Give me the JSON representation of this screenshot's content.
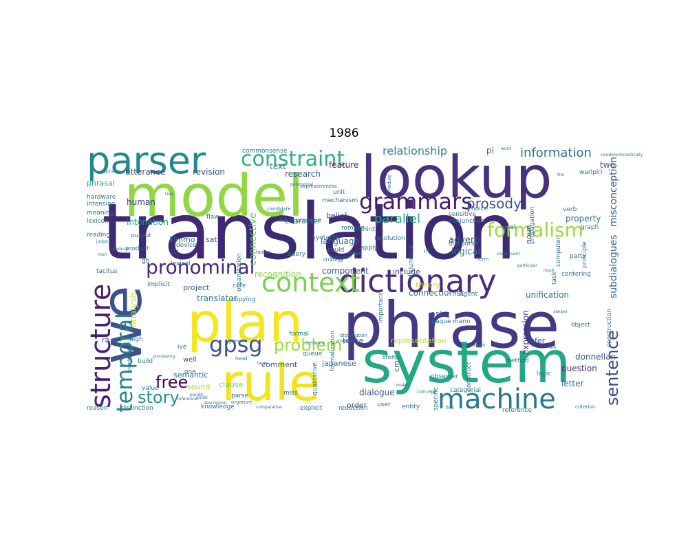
{
  "chart_data": {
    "type": "wordcloud",
    "title": "1986",
    "palette": "viridis",
    "background": "#ffffff",
    "words": [
      {
        "text": "translation",
        "weight": 100,
        "color": "#3e2a72"
      },
      {
        "text": "phrase",
        "weight": 76,
        "color": "#443983"
      },
      {
        "text": "system",
        "weight": 72,
        "color": "#22a884"
      },
      {
        "text": "lookup",
        "weight": 70,
        "color": "#46327e"
      },
      {
        "text": "model",
        "weight": 68,
        "color": "#90d743"
      },
      {
        "text": "plan",
        "weight": 66,
        "color": "#f4e61e"
      },
      {
        "text": "we",
        "weight": 64,
        "color": "#3b528b"
      },
      {
        "text": "rule",
        "weight": 60,
        "color": "#f0e51c"
      },
      {
        "text": "parser",
        "weight": 44,
        "color": "#1f8a8c"
      },
      {
        "text": "dictionary",
        "weight": 38,
        "color": "#472d7b"
      },
      {
        "text": "machine",
        "weight": 34,
        "color": "#2a788e"
      },
      {
        "text": "structure",
        "weight": 34,
        "color": "#481f70"
      },
      {
        "text": "context",
        "weight": 32,
        "color": "#7ad151"
      },
      {
        "text": "grammars",
        "weight": 30,
        "color": "#48186a"
      },
      {
        "text": "temporal",
        "weight": 30,
        "color": "#25838e"
      },
      {
        "text": "constraint",
        "weight": 28,
        "color": "#2ab07f"
      },
      {
        "text": "gpsg",
        "weight": 26,
        "color": "#3b528b"
      },
      {
        "text": "pronominal",
        "weight": 24,
        "color": "#482677"
      },
      {
        "text": "formalism",
        "weight": 24,
        "color": "#9dd93b"
      },
      {
        "text": "sentence",
        "weight": 22,
        "color": "#3e4a89"
      },
      {
        "text": "story",
        "weight": 20,
        "color": "#20928c"
      },
      {
        "text": "problem",
        "weight": 20,
        "color": "#a0da39"
      },
      {
        "text": "free",
        "weight": 20,
        "color": "#440154"
      },
      {
        "text": "prosody",
        "weight": 18,
        "color": "#3b528b"
      },
      {
        "text": "information",
        "weight": 17,
        "color": "#2c728e"
      },
      {
        "text": "parallel",
        "weight": 17,
        "color": "#23a983"
      },
      {
        "text": "relationship",
        "weight": 15,
        "color": "#25848e"
      },
      {
        "text": "connective",
        "weight": 14,
        "color": "#5cc863"
      },
      {
        "text": "subdialogues",
        "weight": 14,
        "color": "#31688e"
      },
      {
        "text": "misconception",
        "weight": 14,
        "color": "#3b528b"
      },
      {
        "text": "analysis",
        "weight": 13,
        "color": "#d5e21a"
      },
      {
        "text": "expression",
        "weight": 12,
        "color": "#453781"
      },
      {
        "text": "unification",
        "weight": 12,
        "color": "#2c728e"
      },
      {
        "text": "connectionist",
        "weight": 12,
        "color": "#32648e"
      },
      {
        "text": "logical",
        "weight": 12,
        "color": "#2c728e"
      },
      {
        "text": "adverb",
        "weight": 12,
        "color": "#38598c"
      },
      {
        "text": "intonation",
        "weight": 12,
        "color": "#1f9a8a"
      },
      {
        "text": "human",
        "weight": 12,
        "color": "#433e85"
      },
      {
        "text": "translator",
        "weight": 12,
        "color": "#2a788e"
      },
      {
        "text": "recognition",
        "weight": 12,
        "color": "#86d549"
      },
      {
        "text": "component",
        "weight": 12,
        "color": "#3b528b"
      },
      {
        "text": "property",
        "weight": 12,
        "color": "#2e6e8e"
      },
      {
        "text": "language",
        "weight": 12,
        "color": "#31688e"
      },
      {
        "text": "research",
        "weight": 12,
        "color": "#3b528b"
      },
      {
        "text": "feature",
        "weight": 12,
        "color": "#482576"
      },
      {
        "text": "two",
        "weight": 12,
        "color": "#39568c"
      },
      {
        "text": "pi",
        "weight": 12,
        "color": "#3b528b"
      },
      {
        "text": "utterance",
        "weight": 12,
        "color": "#404688"
      },
      {
        "text": "revision",
        "weight": 12,
        "color": "#3e4989"
      },
      {
        "text": "text",
        "weight": 12,
        "color": "#2d708e"
      },
      {
        "text": "dialogue",
        "weight": 12,
        "color": "#3b528b"
      },
      {
        "text": "question",
        "weight": 12,
        "color": "#482878"
      },
      {
        "text": "donnellan",
        "weight": 12,
        "color": "#3b528b"
      },
      {
        "text": "letter",
        "weight": 12,
        "color": "#2e6e8e"
      },
      {
        "text": "semantic",
        "weight": 11,
        "color": "#31688e"
      },
      {
        "text": "project",
        "weight": 11,
        "color": "#31688e"
      },
      {
        "text": "include",
        "weight": 11,
        "color": "#3f4788"
      },
      {
        "text": "theory",
        "weight": 11,
        "color": "#d8e219"
      },
      {
        "text": "representation",
        "weight": 11,
        "color": "#c2df23"
      },
      {
        "text": "japanese",
        "weight": 11,
        "color": "#31688e"
      },
      {
        "text": "comment",
        "weight": 11,
        "color": "#3b528b"
      },
      {
        "text": "clause",
        "weight": 11,
        "color": "#6ccd5a"
      },
      {
        "text": "sound",
        "weight": 11,
        "color": "#a0da39"
      },
      {
        "text": "order",
        "weight": 11,
        "color": "#3b528b"
      },
      {
        "text": "tense",
        "weight": 11,
        "color": "#3b528b"
      },
      {
        "text": "character",
        "weight": 11,
        "color": "#2d708e"
      },
      {
        "text": "phrasal",
        "weight": 11,
        "color": "#28ae80"
      },
      {
        "text": "belief",
        "weight": 11,
        "color": "#3b528b"
      },
      {
        "text": "kimmo",
        "weight": 11,
        "color": "#2c728e"
      },
      {
        "text": "sat",
        "weight": 11,
        "color": "#3b528b"
      },
      {
        "text": "tu",
        "weight": 11,
        "color": "#3b528b"
      },
      {
        "text": "ask",
        "weight": 11,
        "color": "#3b528b"
      },
      {
        "text": "noun",
        "weight": 11,
        "color": "#3b528b"
      },
      {
        "text": "refer",
        "weight": 11,
        "color": "#3b528b"
      },
      {
        "text": "ra",
        "weight": 11,
        "color": "#3b528b"
      },
      {
        "text": "cm",
        "weight": 11,
        "color": "#3b528b"
      },
      {
        "text": "well",
        "weight": 10,
        "color": "#3b528b"
      },
      {
        "text": "parse",
        "weight": 9,
        "color": "#2c728e"
      },
      {
        "text": "miss",
        "weight": 9,
        "color": "#2c728e"
      },
      {
        "text": "explicit",
        "weight": 9,
        "color": "#2c728e"
      },
      {
        "text": "user",
        "weight": 9,
        "color": "#2c728e"
      },
      {
        "text": "entity",
        "weight": 9,
        "color": "#2c728e"
      },
      {
        "text": "reduction",
        "weight": 9,
        "color": "#2c728e"
      },
      {
        "text": "knowledge",
        "weight": 9,
        "color": "#2c728e"
      },
      {
        "text": "distinction",
        "weight": 9,
        "color": "#2c728e"
      },
      {
        "text": "reason",
        "weight": 9,
        "color": "#2c728e"
      },
      {
        "text": "value",
        "weight": 9,
        "color": "#2c728e"
      },
      {
        "text": "build",
        "weight": 9,
        "color": "#2c728e"
      },
      {
        "text": "high",
        "weight": 9,
        "color": "#2c728e"
      },
      {
        "text": "lexical",
        "weight": 9,
        "color": "#2c728e"
      },
      {
        "text": "gb",
        "weight": 9,
        "color": "#2c728e"
      },
      {
        "text": "tacitus",
        "weight": 9,
        "color": "#2c728e"
      },
      {
        "text": "reading",
        "weight": 9,
        "color": "#2c728e"
      },
      {
        "text": "output",
        "weight": 9,
        "color": "#2c728e"
      },
      {
        "text": "product",
        "weight": 9,
        "color": "#2c728e"
      },
      {
        "text": "device",
        "weight": 9,
        "color": "#2c728e"
      },
      {
        "text": "lexicon",
        "weight": 9,
        "color": "#2c728e"
      },
      {
        "text": "meaning",
        "weight": 9,
        "color": "#2c728e"
      },
      {
        "text": "intension",
        "weight": 9,
        "color": "#2c728e"
      },
      {
        "text": "hardware",
        "weight": 9,
        "color": "#2c728e"
      },
      {
        "text": "flaw",
        "weight": 9,
        "color": "#2c728e"
      },
      {
        "text": "unit",
        "weight": 9,
        "color": "#2c728e"
      },
      {
        "text": "mechanism",
        "weight": 9,
        "color": "#2c728e"
      },
      {
        "text": "pronoun",
        "weight": 9,
        "color": "#2c728e"
      },
      {
        "text": "na",
        "weight": 9,
        "color": "#2c728e"
      },
      {
        "text": "romper",
        "weight": 9,
        "color": "#2c728e"
      },
      {
        "text": "third",
        "weight": 9,
        "color": "#2c728e"
      },
      {
        "text": "syntactic",
        "weight": 9,
        "color": "#2c728e"
      },
      {
        "text": "could",
        "weight": 9,
        "color": "#2c728e"
      },
      {
        "text": "apply",
        "weight": 9,
        "color": "#2c728e"
      },
      {
        "text": "resolution",
        "weight": 9,
        "color": "#2c728e"
      },
      {
        "text": "query",
        "weight": 9,
        "color": "#2c728e"
      },
      {
        "text": "nl",
        "weight": 9,
        "color": "#2c728e"
      },
      {
        "text": "discourse",
        "weight": 9,
        "color": "#2c728e"
      },
      {
        "text": "sensitive",
        "weight": 9,
        "color": "#2c728e"
      },
      {
        "text": "conjunction",
        "weight": 9,
        "color": "#2c728e"
      },
      {
        "text": "choice",
        "weight": 9,
        "color": "#2c728e"
      },
      {
        "text": "goal",
        "weight": 9,
        "color": "#2c728e"
      },
      {
        "text": "graph",
        "weight": 9,
        "color": "#2c728e"
      },
      {
        "text": "verb",
        "weight": 9,
        "color": "#2c728e"
      },
      {
        "text": "warlpiri",
        "weight": 9,
        "color": "#2c728e"
      },
      {
        "text": "propagation",
        "weight": 9,
        "color": "#2c728e"
      },
      {
        "text": "centering",
        "weight": 9,
        "color": "#2c728e"
      },
      {
        "text": "principle",
        "weight": 9,
        "color": "#2c728e"
      },
      {
        "text": "computer",
        "weight": 9,
        "color": "#2c728e"
      },
      {
        "text": "agent",
        "weight": 9,
        "color": "#2c728e"
      },
      {
        "text": "opaque",
        "weight": 9,
        "color": "#2c728e"
      },
      {
        "text": "mann",
        "weight": 9,
        "color": "#2c728e"
      },
      {
        "text": "object",
        "weight": 9,
        "color": "#2c728e"
      },
      {
        "text": "construction",
        "weight": 9,
        "color": "#2c728e"
      },
      {
        "text": "logic",
        "weight": 9,
        "color": "#2c728e"
      },
      {
        "text": "method",
        "weight": 9,
        "color": "#2c728e"
      },
      {
        "text": "construct",
        "weight": 9,
        "color": "#2c728e"
      },
      {
        "text": "specific",
        "weight": 9,
        "color": "#2c728e"
      },
      {
        "text": "categorial",
        "weight": 9,
        "color": "#2c728e"
      },
      {
        "text": "reference",
        "weight": 9,
        "color": "#2c728e"
      },
      {
        "text": "observer",
        "weight": 9,
        "color": "#2c728e"
      },
      {
        "text": "formal",
        "weight": 9,
        "color": "#2c728e"
      },
      {
        "text": "queue",
        "weight": 9,
        "color": "#2c728e"
      },
      {
        "text": "formalization",
        "weight": 9,
        "color": "#2c728e"
      },
      {
        "text": "qualitative",
        "weight": 9,
        "color": "#2c728e"
      },
      {
        "text": "important",
        "weight": 9,
        "color": "#2c728e"
      },
      {
        "text": "disjunctive",
        "weight": 9,
        "color": "#2c728e"
      },
      {
        "text": "copying",
        "weight": 9,
        "color": "#2c728e"
      },
      {
        "text": "core",
        "weight": 9,
        "color": "#2c728e"
      },
      {
        "text": "implicit",
        "weight": 9,
        "color": "#2c728e"
      },
      {
        "text": "ive",
        "weight": 9,
        "color": "#2c728e"
      },
      {
        "text": "one",
        "weight": 9,
        "color": "#2c728e"
      },
      {
        "text": "commonsense",
        "weight": 9,
        "color": "#2c728e"
      },
      {
        "text": "organization",
        "weight": 9,
        "color": "#2c728e"
      },
      {
        "text": "task",
        "weight": 9,
        "color": "#2c728e"
      },
      {
        "text": "party",
        "weight": 9,
        "color": "#2c728e"
      },
      {
        "text": "module",
        "weight": 7,
        "color": "#2c728e"
      },
      {
        "text": "network",
        "weight": 7,
        "color": "#2c728e"
      },
      {
        "text": "distribution",
        "weight": 7,
        "color": "#2c728e"
      },
      {
        "text": "faster",
        "weight": 7,
        "color": "#2c728e"
      },
      {
        "text": "candidate",
        "weight": 7,
        "color": "#2c728e"
      },
      {
        "text": "expressiveness",
        "weight": 7,
        "color": "#2c728e"
      },
      {
        "text": "strategy",
        "weight": 7,
        "color": "#2c728e"
      },
      {
        "text": "relate",
        "weight": 7,
        "color": "#2c728e"
      },
      {
        "text": "organize",
        "weight": 7,
        "color": "#2c728e"
      },
      {
        "text": "combination",
        "weight": 7,
        "color": "#2c728e"
      },
      {
        "text": "head",
        "weight": 7,
        "color": "#2c728e"
      },
      {
        "text": "briefly",
        "weight": 7,
        "color": "#2c728e"
      },
      {
        "text": "form",
        "weight": 7,
        "color": "#2c728e"
      },
      {
        "text": "concept",
        "weight": 7,
        "color": "#2c728e"
      },
      {
        "text": "criterion",
        "weight": 7,
        "color": "#2c728e"
      },
      {
        "text": "word",
        "weight": 6,
        "color": "#2c728e"
      },
      {
        "text": "adjoining",
        "weight": 6,
        "color": "#2c728e"
      },
      {
        "text": "tree",
        "weight": 6,
        "color": "#2c728e"
      },
      {
        "text": "polynomial",
        "weight": 6,
        "color": "#2c728e"
      },
      {
        "text": "the",
        "weight": 6,
        "color": "#2c728e"
      },
      {
        "text": "judge",
        "weight": 6,
        "color": "#2c728e"
      },
      {
        "text": "produce",
        "weight": 6,
        "color": "#2c728e"
      },
      {
        "text": "mon",
        "weight": 6,
        "color": "#2c728e"
      },
      {
        "text": "discussion",
        "weight": 6,
        "color": "#2c728e"
      },
      {
        "text": "inference",
        "weight": 6,
        "color": "#2c728e"
      },
      {
        "text": "processing",
        "weight": 6,
        "color": "#2c728e"
      },
      {
        "text": "pundit",
        "weight": 6,
        "color": "#2c728e"
      },
      {
        "text": "guide",
        "weight": 6,
        "color": "#2c728e"
      },
      {
        "text": "description",
        "weight": 6,
        "color": "#2c728e"
      },
      {
        "text": "comparative",
        "weight": 6,
        "color": "#2c728e"
      },
      {
        "text": "large",
        "weight": 6,
        "color": "#2c728e"
      },
      {
        "text": "grammar",
        "weight": 6,
        "color": "#2c728e"
      },
      {
        "text": "make",
        "weight": 6,
        "color": "#2c728e"
      },
      {
        "text": "circumvent",
        "weight": 6,
        "color": "#2c728e"
      },
      {
        "text": "always",
        "weight": 6,
        "color": "#2c728e"
      },
      {
        "text": "rate",
        "weight": 6,
        "color": "#2c728e"
      },
      {
        "text": "constituent",
        "weight": 6,
        "color": "#2c728e"
      },
      {
        "text": "particular",
        "weight": 6,
        "color": "#2c728e"
      },
      {
        "text": "input",
        "weight": 6,
        "color": "#2c728e"
      },
      {
        "text": "progress",
        "weight": 6,
        "color": "#2c728e"
      },
      {
        "text": "find",
        "weight": 6,
        "color": "#2c728e"
      },
      {
        "text": "nondeterministically",
        "weight": 6,
        "color": "#2c728e"
      }
    ]
  }
}
